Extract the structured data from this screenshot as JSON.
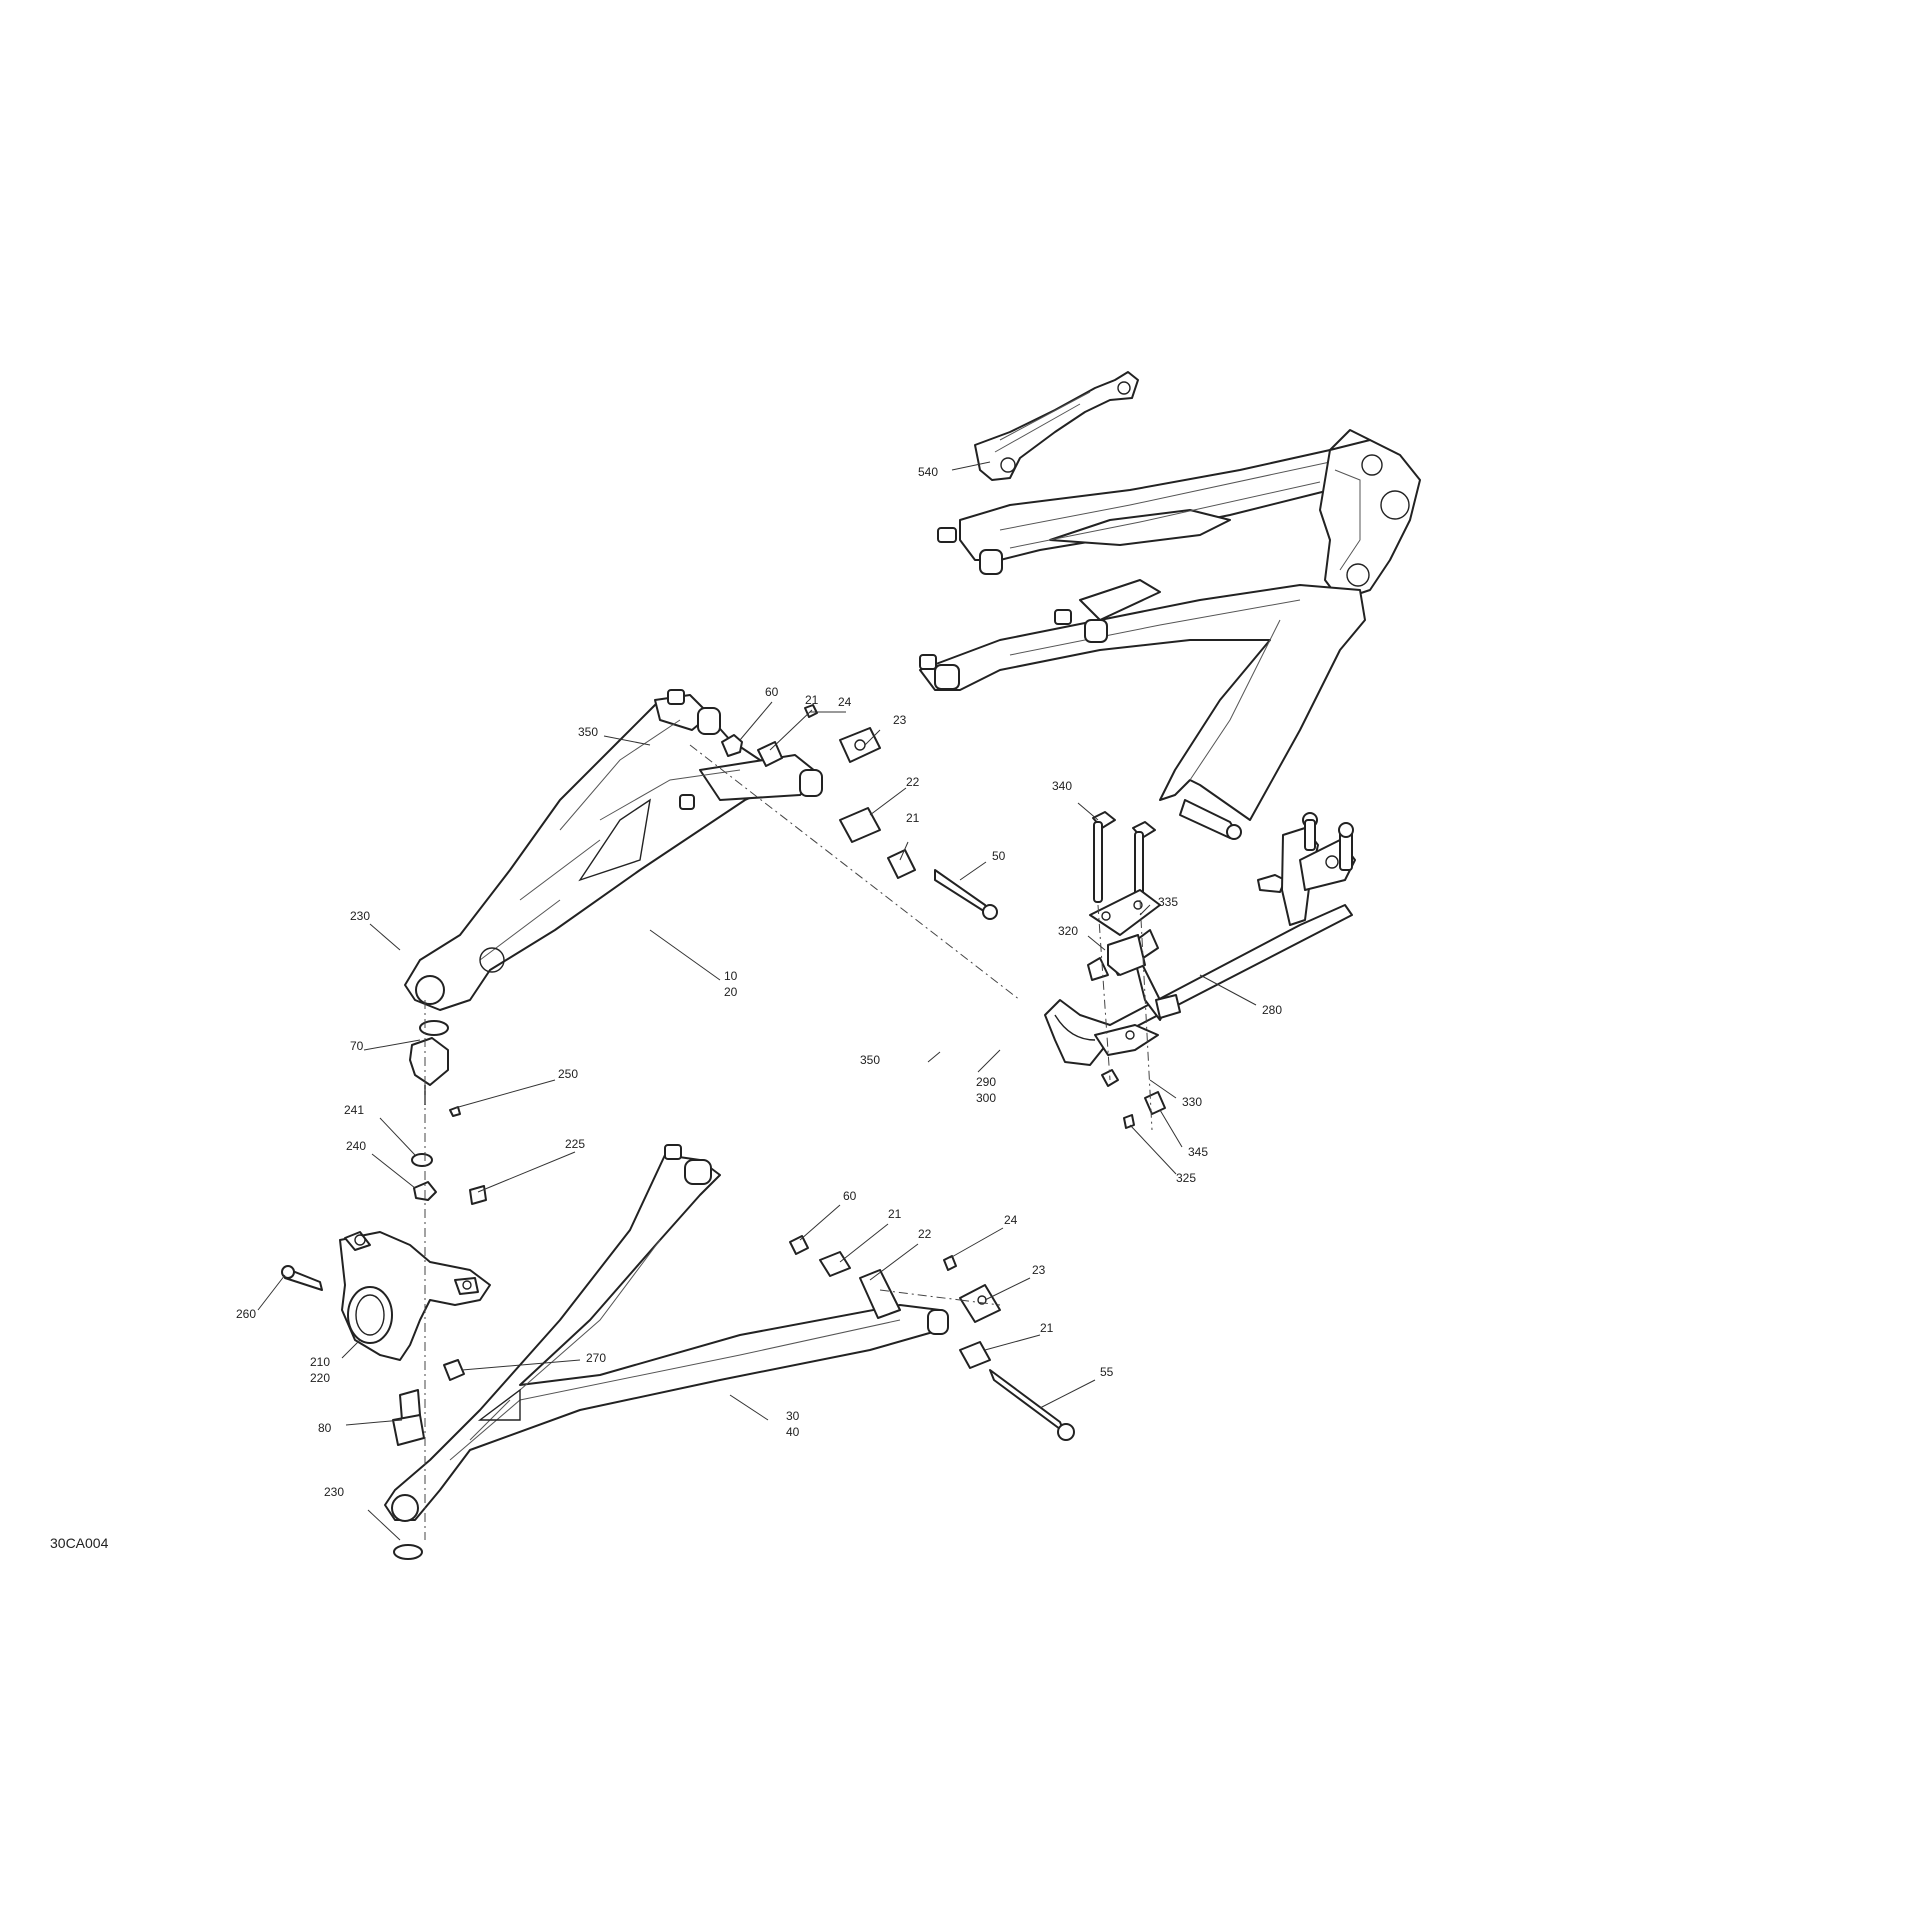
{
  "diagram": {
    "drawing_code": "30CA004",
    "callouts": {
      "c540": "540",
      "c60a": "60",
      "c21a": "21",
      "c24a": "24",
      "c23a": "23",
      "c350a": "350",
      "c22a": "22",
      "c21b": "21",
      "c50": "50",
      "c230a": "230",
      "c10": "10",
      "c20": "20",
      "c340": "340",
      "c335": "335",
      "c320": "320",
      "c280": "280",
      "c350b": "350",
      "c290": "290",
      "c300": "300",
      "c330": "330",
      "c345": "345",
      "c325": "325",
      "c70": "70",
      "c250": "250",
      "c241": "241",
      "c240": "240",
      "c225": "225",
      "c60b": "60",
      "c21c": "21",
      "c22b": "22",
      "c24b": "24",
      "c23b": "23",
      "c21d": "21",
      "c55": "55",
      "c260": "260",
      "c210": "210",
      "c220": "220",
      "c270": "270",
      "c80": "80",
      "c30": "30",
      "c40": "40",
      "c230b": "230"
    }
  }
}
